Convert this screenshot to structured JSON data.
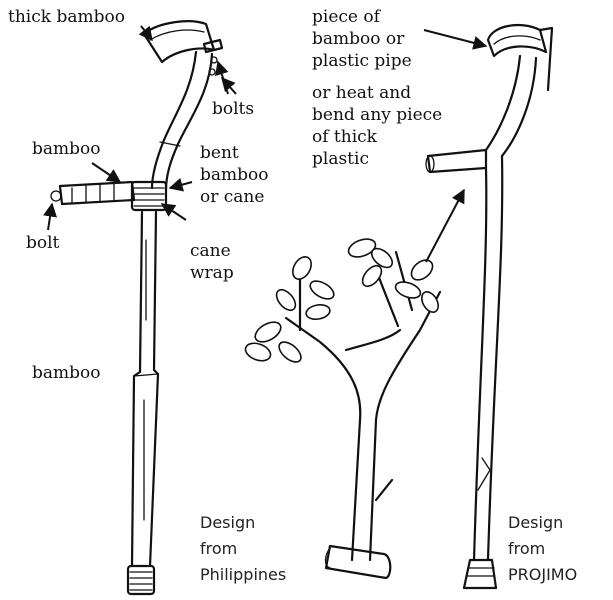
{
  "labels": {
    "thick_bamboo": "thick bamboo",
    "bolts": "bolts",
    "bamboo_top": "bamboo",
    "bent": [
      "bent",
      "bamboo",
      "or cane"
    ],
    "bolt": "bolt",
    "cane_wrap": [
      "cane",
      "wrap"
    ],
    "bamboo_mid": "bamboo",
    "piece": [
      "piece of",
      "bamboo or",
      "plastic pipe",
      "or heat and",
      "bend any piece",
      "of thick",
      "plastic"
    ]
  },
  "captions": {
    "left": [
      "Design",
      "from",
      "Philippines"
    ],
    "right": [
      "Design",
      "from",
      "PROJIMO"
    ]
  }
}
